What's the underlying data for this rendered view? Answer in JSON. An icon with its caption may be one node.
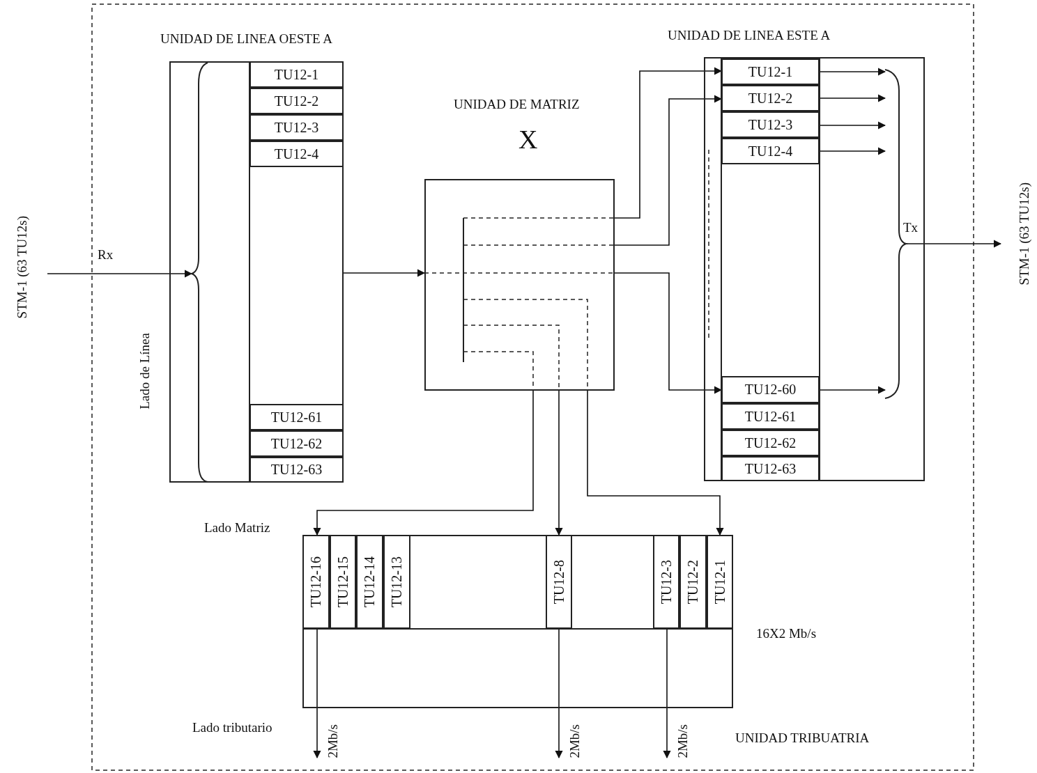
{
  "diagram": {
    "nodes": [
      {
        "text": [
          "UNIDAD DE LINEA OESTE A",
          "Lado de Línea"
        ]
      },
      {
        "text": [
          "TU12-1"
        ],
        "in": 0
      },
      {
        "text": [
          "TU12-2"
        ],
        "in": 0
      },
      {
        "text": [
          "TU12-3"
        ],
        "in": 0
      },
      {
        "text": [
          "TU12-4"
        ],
        "in": 0
      },
      {
        "text": [
          "TU12-61"
        ],
        "in": 0
      },
      {
        "text": [
          "TU12-62"
        ],
        "in": 0
      },
      {
        "text": [
          "TU12-63"
        ],
        "in": 0
      },
      {
        "text": [
          "UNIDAD DE MATRIZ",
          "X"
        ]
      },
      {
        "text": [
          "UNIDAD DE LINEA ESTE A"
        ]
      },
      {
        "text": [
          "TU12-1"
        ],
        "in": 9
      },
      {
        "text": [
          "TU12-2"
        ],
        "in": 9
      },
      {
        "text": [
          "TU12-3"
        ],
        "in": 9
      },
      {
        "text": [
          "TU12-4"
        ],
        "in": 9
      },
      {
        "text": [
          "TU12-60"
        ],
        "in": 9
      },
      {
        "text": [
          "TU12-61"
        ],
        "in": 9
      },
      {
        "text": [
          "TU12-62"
        ],
        "in": 9
      },
      {
        "text": [
          "TU12-63"
        ],
        "in": 9
      },
      {
        "text": [
          "UNIDAD TRIBUATRIA"
        ]
      },
      {
        "text": [
          "TU12-16"
        ],
        "in": 18
      },
      {
        "text": [
          "TU12-15"
        ],
        "in": 18
      },
      {
        "text": [
          "TU12-14"
        ],
        "in": 18
      },
      {
        "text": [
          "TU12-13"
        ],
        "in": 18
      },
      {
        "text": [
          "TU12-8"
        ],
        "in": 18
      },
      {
        "text": [
          "TU12-3"
        ],
        "in": 18
      },
      {
        "text": [
          "TU12-2"
        ],
        "in": 18
      },
      {
        "text": [
          "TU12-1"
        ],
        "in": 18
      },
      {
        "text": [],
        "shape": "brace",
        "in": 0
      },
      {
        "text": [],
        "shape": "brace",
        "in": 9
      }
    ],
    "edges": [
      {
        "from": null,
        "to": 27,
        "arrow": "to",
        "label": "Rx"
      },
      {
        "from": 0,
        "to": 8,
        "arrow": "to"
      },
      {
        "from": 8,
        "to": 10,
        "arrow": "to"
      },
      {
        "from": 8,
        "to": 11,
        "arrow": "to"
      },
      {
        "from": 8,
        "to": 14,
        "arrow": "to"
      },
      {
        "from": 8,
        "to": 26,
        "arrow": "to"
      },
      {
        "from": 8,
        "to": 23,
        "arrow": "to"
      },
      {
        "from": 8,
        "to": 19,
        "arrow": "to"
      },
      {
        "from": 10,
        "to": 28,
        "arrow": "to"
      },
      {
        "from": 11,
        "to": 28,
        "arrow": "to"
      },
      {
        "from": 12,
        "to": 28,
        "arrow": "to"
      },
      {
        "from": 13,
        "to": 28,
        "arrow": "to"
      },
      {
        "from": 14,
        "to": 28,
        "arrow": "to"
      },
      {
        "from": 28,
        "to": null,
        "arrow": "to",
        "label": "Tx"
      },
      {
        "from": 19,
        "to": null,
        "arrow": "to",
        "label": "2Mb/s"
      },
      {
        "from": 23,
        "to": null,
        "arrow": "to",
        "label": "2Mb/s"
      },
      {
        "from": 24,
        "to": null,
        "arrow": "to",
        "label": "2Mb/s"
      }
    ],
    "labels": [
      "STM-1 (63 TU12s)",
      "STM-1 (63 TU12s)",
      "Lado Matriz",
      "16X2 Mb/s",
      "Lado tributario"
    ]
  }
}
